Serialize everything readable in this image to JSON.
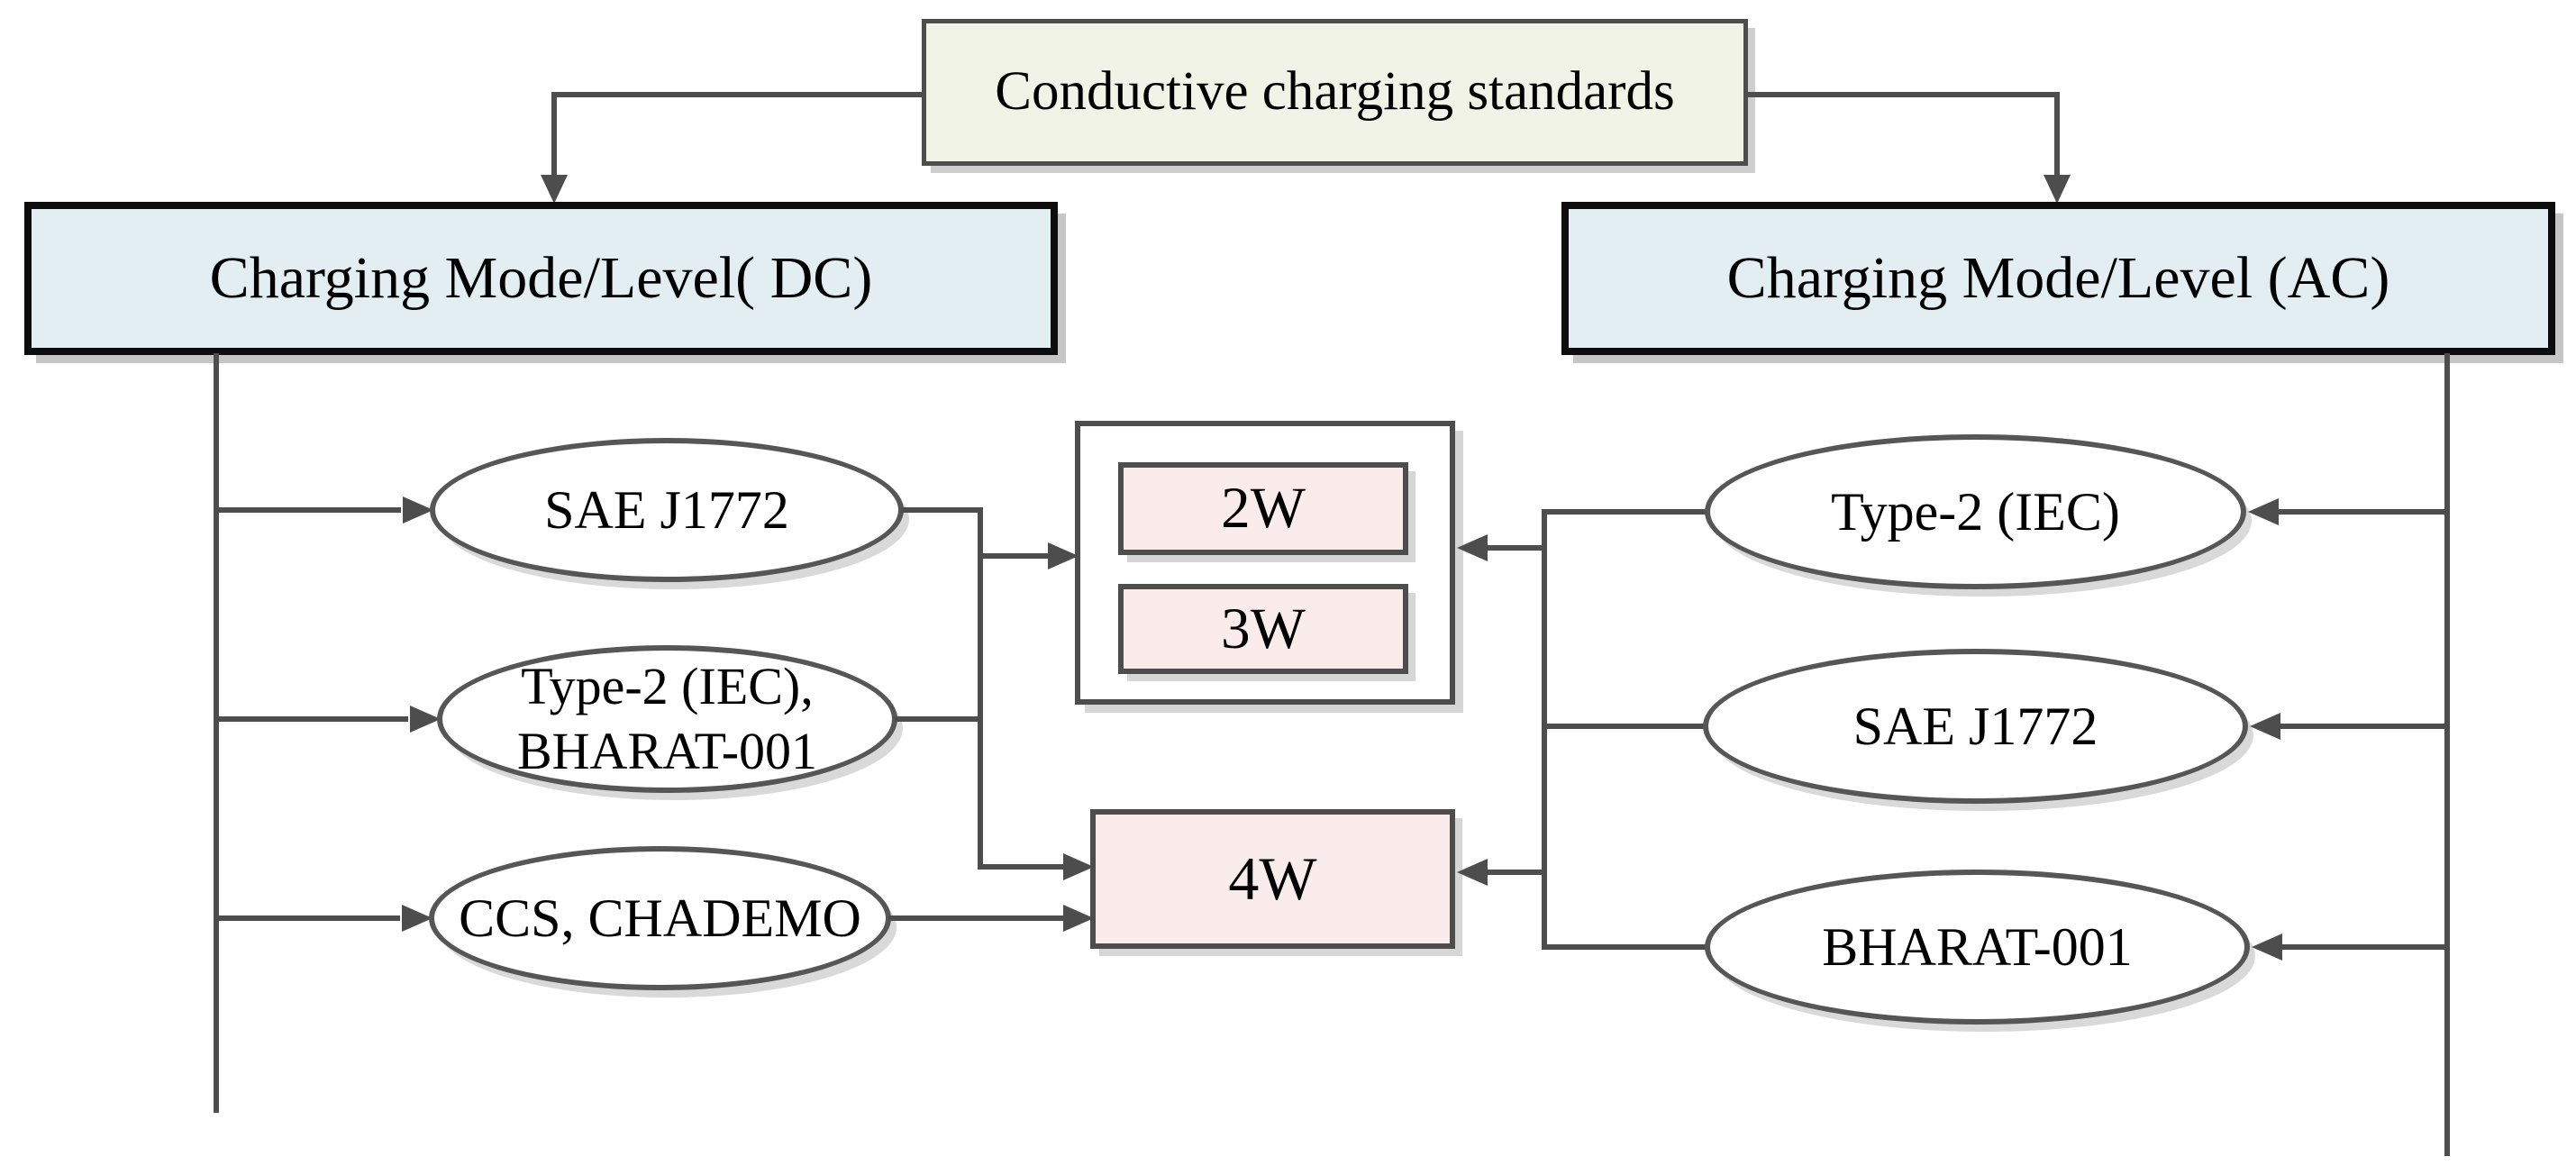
{
  "colors": {
    "line": "#4d4d4d",
    "root-fill": "#f1f3e7",
    "mode-fill": "#e2eef2",
    "pink-fill": "#f9eceb",
    "ellipse-fill": "#ffffff",
    "ellipse-border": "#565656"
  },
  "root": {
    "label": "Conductive charging standards"
  },
  "dc": {
    "label": "Charging Mode/Level( DC)",
    "standards": [
      "SAE J1772",
      "Type-2 (IEC),\nBHARAT-001",
      "CCS, CHADEMO"
    ]
  },
  "ac": {
    "label": "Charging Mode/Level (AC)",
    "standards": [
      "Type-2 (IEC)",
      "SAE J1772",
      "BHARAT-001"
    ]
  },
  "vehicles": {
    "two_wheeler": "2W",
    "three_wheeler": "3W",
    "four_wheeler": "4W"
  }
}
